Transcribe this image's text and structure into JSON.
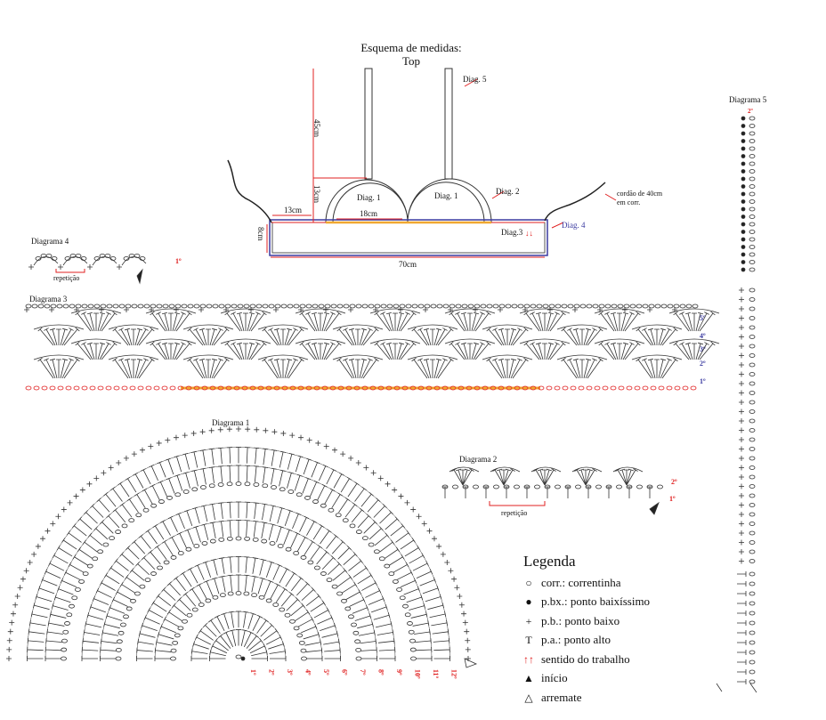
{
  "schema": {
    "title_line1": "Esquema de medidas:",
    "title_line2": "Top",
    "labels": {
      "strap_length": "45cm",
      "cup_height": "13cm",
      "side_width": "13cm",
      "cup_width": "18cm",
      "band_height": "8cm",
      "total_width": "70cm",
      "cup_left": "Diag. 1",
      "cup_right": "Diag. 1",
      "cup_border": "Diag. 2",
      "strap": "Diag. 5",
      "band": "Diag.3",
      "band_border": "Diag. 4",
      "cord_line1": "cordão de 40cm",
      "cord_line2": "em corr."
    },
    "colors": {
      "measure": "#e02020",
      "border": "#3a3aa0",
      "joint": "#f0a830"
    }
  },
  "diagram4": {
    "title": "Diagrama 4",
    "rows": [
      "1º"
    ],
    "repeat": "repetição"
  },
  "diagram3": {
    "title": "Diagrama 3",
    "rows": [
      "5º",
      "4º",
      "3º",
      "2º",
      "1º"
    ]
  },
  "diagram1": {
    "title": "Diagrama 1",
    "rows": [
      "1º",
      "2º",
      "3º",
      "4º",
      "5º",
      "6º",
      "7º",
      "8º",
      "9º",
      "10º",
      "11º",
      "12º"
    ]
  },
  "diagram2": {
    "title": "Diagrama 2",
    "rows": [
      "2º",
      "1º"
    ],
    "repeat": "repetição"
  },
  "diagram5": {
    "title": "Diagrama 5",
    "rows": [
      "2º"
    ]
  },
  "legend": {
    "title": "Legenda",
    "items": [
      {
        "icon": "chain-icon",
        "symbol": "○",
        "label": "corr.: correntinha"
      },
      {
        "icon": "slip-stitch-icon",
        "symbol": "●",
        "label": "p.bx.: ponto baixíssimo"
      },
      {
        "icon": "single-crochet-icon",
        "symbol": "+",
        "label": "p.b.: ponto baixo"
      },
      {
        "icon": "double-crochet-icon",
        "symbol": "T",
        "label": "p.a.: ponto alto"
      },
      {
        "icon": "direction-arrows-icon",
        "symbol": "↑↑",
        "label": "sentido do trabalho"
      },
      {
        "icon": "start-arrow-icon",
        "symbol": "▲",
        "label": "início"
      },
      {
        "icon": "finish-arrow-icon",
        "symbol": "△",
        "label": "arremate"
      }
    ]
  }
}
